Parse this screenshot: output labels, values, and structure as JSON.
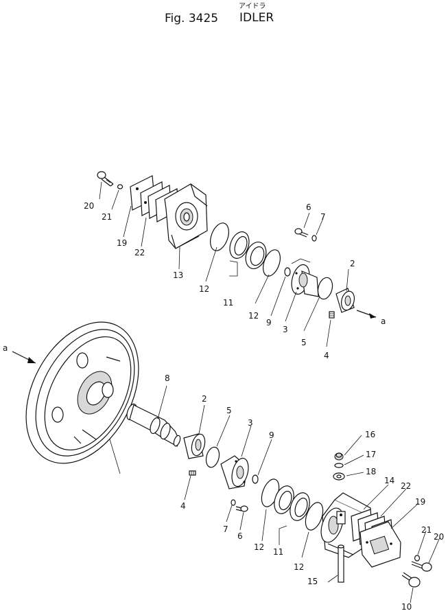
{
  "header": {
    "fig_label": "Fig. 3425",
    "title": "IDLER",
    "title_katakana": "アイドラ"
  },
  "callouts": {
    "upper": [
      {
        "id": "u20",
        "label": "20"
      },
      {
        "id": "u21",
        "label": "21"
      },
      {
        "id": "u19",
        "label": "19"
      },
      {
        "id": "u22",
        "label": "22"
      },
      {
        "id": "u13",
        "label": "13"
      },
      {
        "id": "u12a",
        "label": "12"
      },
      {
        "id": "u11",
        "label": "11"
      },
      {
        "id": "u12b",
        "label": "12"
      },
      {
        "id": "u9",
        "label": "9"
      },
      {
        "id": "u3",
        "label": "3"
      },
      {
        "id": "u5",
        "label": "5"
      },
      {
        "id": "u4",
        "label": "4"
      },
      {
        "id": "u2",
        "label": "2"
      },
      {
        "id": "u6",
        "label": "6"
      },
      {
        "id": "u7",
        "label": "7"
      },
      {
        "id": "ua",
        "label": "a"
      }
    ],
    "lower": [
      {
        "id": "la",
        "label": "a"
      },
      {
        "id": "l8",
        "label": "8"
      },
      {
        "id": "l2",
        "label": "2"
      },
      {
        "id": "l5",
        "label": "5"
      },
      {
        "id": "l3",
        "label": "3"
      },
      {
        "id": "l9",
        "label": "9"
      },
      {
        "id": "l4",
        "label": "4"
      },
      {
        "id": "l7",
        "label": "7"
      },
      {
        "id": "l6",
        "label": "6"
      },
      {
        "id": "l12a",
        "label": "12"
      },
      {
        "id": "l11",
        "label": "11"
      },
      {
        "id": "l12b",
        "label": "12"
      },
      {
        "id": "l16",
        "label": "16"
      },
      {
        "id": "l17",
        "label": "17"
      },
      {
        "id": "l18",
        "label": "18"
      },
      {
        "id": "l14",
        "label": "14"
      },
      {
        "id": "l22",
        "label": "22"
      },
      {
        "id": "l19",
        "label": "19"
      },
      {
        "id": "l21",
        "label": "21"
      },
      {
        "id": "l20",
        "label": "20"
      },
      {
        "id": "l15",
        "label": "15"
      },
      {
        "id": "l10",
        "label": "10"
      }
    ]
  }
}
